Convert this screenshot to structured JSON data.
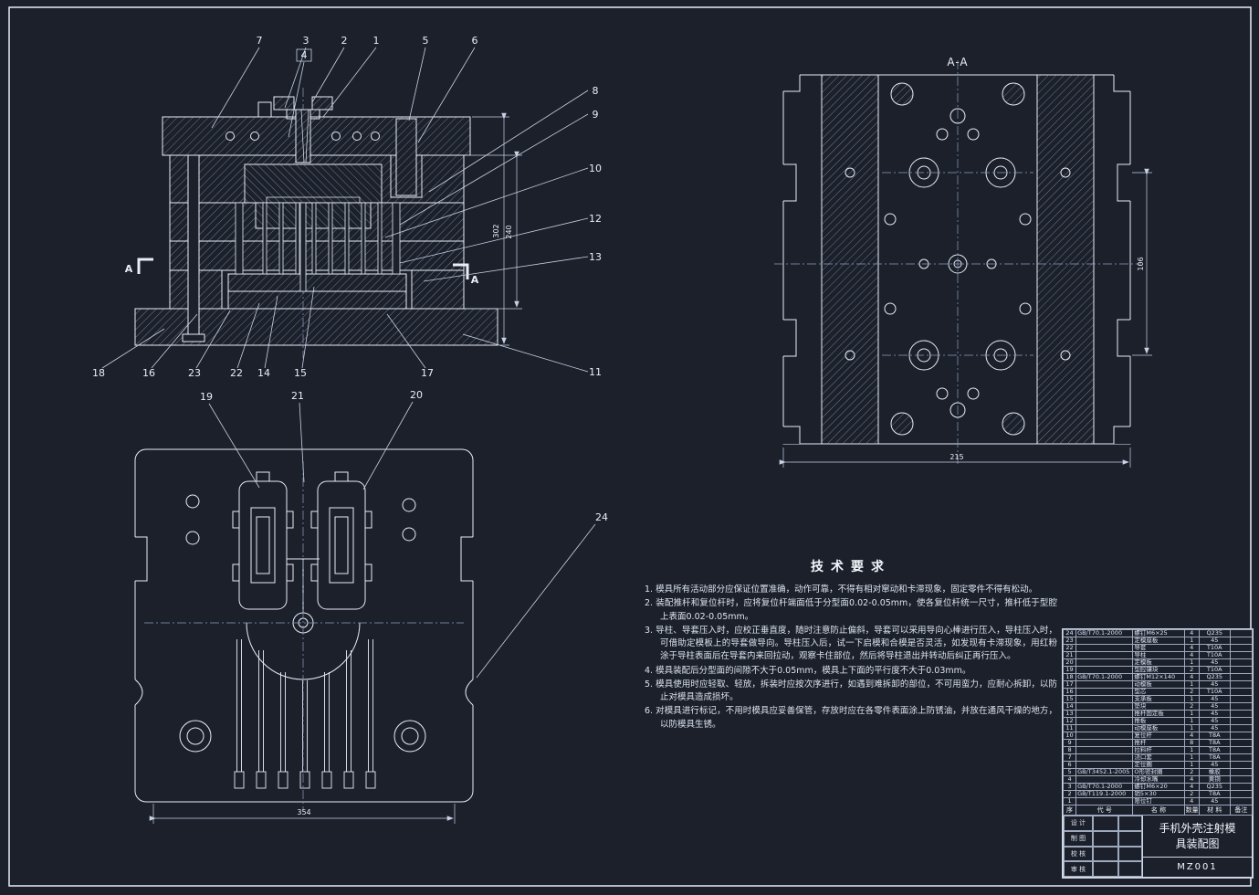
{
  "colors": {
    "background": "#1b202b",
    "line": "#e9eef7",
    "hatch": "#93a0b8"
  },
  "labels": {
    "section_view_title": "A-A",
    "section_mark": "A"
  },
  "callouts": {
    "top": [
      "7",
      "3",
      "4",
      "2",
      "1",
      "5",
      "6"
    ],
    "right": [
      "8",
      "9",
      "10",
      "12",
      "13",
      "11"
    ],
    "bottom": [
      "18",
      "16",
      "23",
      "22",
      "14",
      "15",
      "17"
    ],
    "plan": [
      "19",
      "21",
      "20",
      "24"
    ]
  },
  "dimensions": {
    "view1_outer_height": "302",
    "view1_inner_height": "240",
    "view2_width": "215",
    "view2_height": "106",
    "view3_width": "354"
  },
  "tech_requirements": {
    "title": "技术要求",
    "items": [
      "1. 模具所有活动部分应保证位置准确，动作可靠，不得有相对窜动和卡滞现象，固定零件不得有松动。",
      "2. 装配推杆和复位杆时，应将复位杆端面低于分型面0.02-0.05mm，使各复位杆统一尺寸，推杆低于型腔上表面0.02-0.05mm。",
      "3. 导柱、导套压入时，应校正垂直度，随时注意防止偏斜，导套可以采用导向心棒进行压入，导柱压入时，可借助定模板上的导套做导向。导柱压入后，试一下启模和合模是否灵活，如发现有卡滞现象，用红粉涂于导柱表面后在导套内来回拉动，观察卡住部位，然后将导柱退出并转动后纠正再行压入。",
      "4. 模具装配后分型面的间隙不大于0.05mm，模具上下面的平行度不大于0.03mm。",
      "5. 模具使用时应轻取、轻放，拆装时应按次序进行，如遇到难拆卸的部位，不可用蛮力，应耐心拆卸，以防止对模具造成损坏。",
      "6. 对模具进行标记，不用时模具应妥善保管，存放时应在各零件表面涂上防锈油，并放在通风干燥的地方，以防模具生锈。"
    ]
  },
  "parts_table": {
    "headers": [
      "序",
      "代  号",
      "名  称",
      "数量",
      "材 料",
      "备注"
    ],
    "rows": [
      {
        "no": "24",
        "code": "GB/T70.1-2000",
        "name": "螺钉M6×25",
        "qty": "4",
        "material": "Q235",
        "remark": ""
      },
      {
        "no": "23",
        "code": "",
        "name": "定模座板",
        "qty": "1",
        "material": "45",
        "remark": ""
      },
      {
        "no": "22",
        "code": "",
        "name": "导套",
        "qty": "4",
        "material": "T10A",
        "remark": ""
      },
      {
        "no": "21",
        "code": "",
        "name": "导柱",
        "qty": "4",
        "material": "T10A",
        "remark": ""
      },
      {
        "no": "20",
        "code": "",
        "name": "定模板",
        "qty": "1",
        "material": "45",
        "remark": ""
      },
      {
        "no": "19",
        "code": "",
        "name": "型腔镶块",
        "qty": "2",
        "material": "T10A",
        "remark": ""
      },
      {
        "no": "18",
        "code": "GB/T70.1-2000",
        "name": "螺钉M12×140",
        "qty": "4",
        "material": "Q235",
        "remark": ""
      },
      {
        "no": "17",
        "code": "",
        "name": "动模板",
        "qty": "1",
        "material": "45",
        "remark": ""
      },
      {
        "no": "16",
        "code": "",
        "name": "型芯",
        "qty": "2",
        "material": "T10A",
        "remark": ""
      },
      {
        "no": "15",
        "code": "",
        "name": "支承板",
        "qty": "1",
        "material": "45",
        "remark": ""
      },
      {
        "no": "14",
        "code": "",
        "name": "垫块",
        "qty": "2",
        "material": "45",
        "remark": ""
      },
      {
        "no": "13",
        "code": "",
        "name": "推杆固定板",
        "qty": "1",
        "material": "45",
        "remark": ""
      },
      {
        "no": "12",
        "code": "",
        "name": "推板",
        "qty": "1",
        "material": "45",
        "remark": ""
      },
      {
        "no": "11",
        "code": "",
        "name": "动模座板",
        "qty": "1",
        "material": "45",
        "remark": ""
      },
      {
        "no": "10",
        "code": "",
        "name": "复位杆",
        "qty": "4",
        "material": "T8A",
        "remark": ""
      },
      {
        "no": "9",
        "code": "",
        "name": "推杆",
        "qty": "8",
        "material": "T8A",
        "remark": ""
      },
      {
        "no": "8",
        "code": "",
        "name": "拉料杆",
        "qty": "1",
        "material": "T8A",
        "remark": ""
      },
      {
        "no": "7",
        "code": "",
        "name": "浇口套",
        "qty": "1",
        "material": "T8A",
        "remark": ""
      },
      {
        "no": "6",
        "code": "",
        "name": "定位圈",
        "qty": "1",
        "material": "45",
        "remark": ""
      },
      {
        "no": "5",
        "code": "GB/T3452.1-2005",
        "name": "O形密封圈",
        "qty": "2",
        "material": "橡胶",
        "remark": ""
      },
      {
        "no": "4",
        "code": "",
        "name": "冷却水嘴",
        "qty": "4",
        "material": "黄铜",
        "remark": ""
      },
      {
        "no": "3",
        "code": "GB/T70.1-2000",
        "name": "螺钉M6×20",
        "qty": "4",
        "material": "Q235",
        "remark": ""
      },
      {
        "no": "2",
        "code": "GB/T119.1-2000",
        "name": "销5×30",
        "qty": "2",
        "material": "T8A",
        "remark": ""
      },
      {
        "no": "1",
        "code": "",
        "name": "限位钉",
        "qty": "4",
        "material": "45",
        "remark": ""
      }
    ]
  },
  "title_block": {
    "title_line1": "手机外壳注射模",
    "title_line2": "具装配图",
    "drawing_no": "MZ001",
    "signature_rows": [
      "设 计",
      "制 图",
      "校 核",
      "审 核"
    ]
  }
}
